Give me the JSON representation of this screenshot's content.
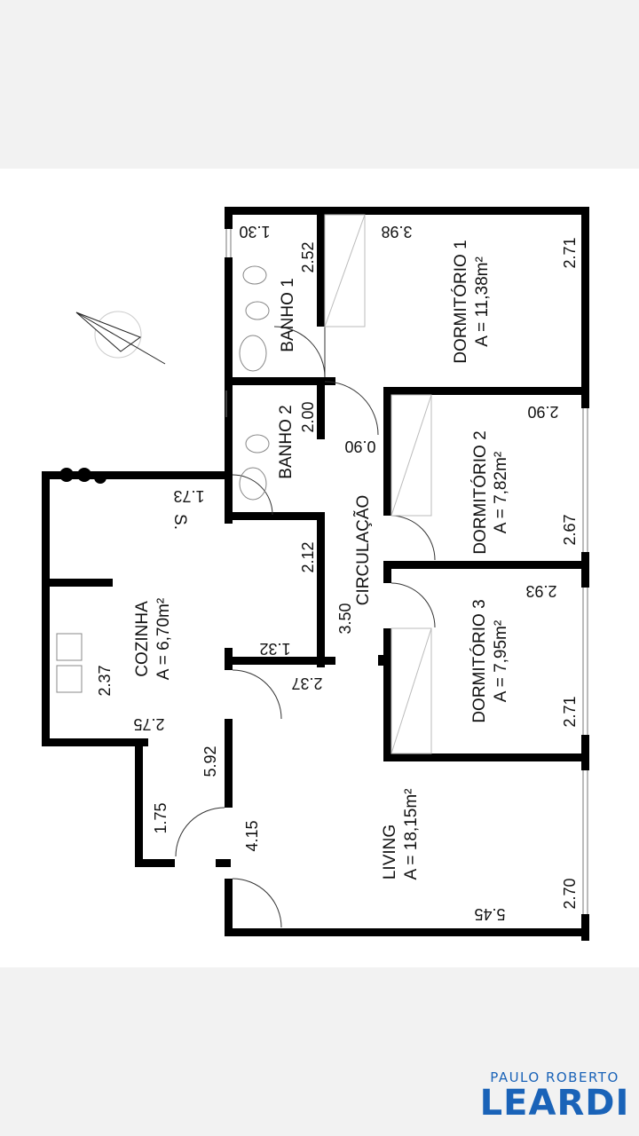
{
  "rooms": {
    "dormitorio1": {
      "name": "DORMITÓRIO 1",
      "area": "A = 11,38m²"
    },
    "dormitorio2": {
      "name": "DORMITÓRIO 2",
      "area": "A = 7,82m²"
    },
    "dormitorio3": {
      "name": "DORMITÓRIO 3",
      "area": "A = 7,95m²"
    },
    "banho1": {
      "name": "BANHO 1"
    },
    "banho2": {
      "name": "BANHO 2"
    },
    "circulacao": {
      "name": "CIRCULAÇÃO"
    },
    "cozinha": {
      "name": "COZINHA",
      "area": "A = 6,70m²"
    },
    "living": {
      "name": "LIVING",
      "area": "A = 18,15m²"
    },
    "servico": {
      "name": "S."
    }
  },
  "dimensions": {
    "d_1_30": "1.30",
    "d_2_52": "2.52",
    "d_3_98": "3.98",
    "d_2_71_a": "2.71",
    "d_2_00": "2.00",
    "d_0_90": "0.90",
    "d_2_90": "2.90",
    "d_2_67": "2.67",
    "d_1_73": "1.73",
    "d_2_12": "2.12",
    "d_3_50": "3.50",
    "d_2_93": "2.93",
    "d_1_32": "1.32",
    "d_2_37_a": "2.37",
    "d_2_37_b": "2.37",
    "d_2_75": "2.75",
    "d_2_71_b": "2.71",
    "d_5_92": "5.92",
    "d_1_75": "1.75",
    "d_4_15": "4.15",
    "d_5_45": "5.45",
    "d_2_70": "2.70"
  },
  "brand": {
    "line1": "PAULO ROBERTO",
    "line2": "LEARDI",
    "color": "#1a63b8"
  },
  "colors": {
    "wall": "#000000",
    "band": "#f2f2f2"
  }
}
